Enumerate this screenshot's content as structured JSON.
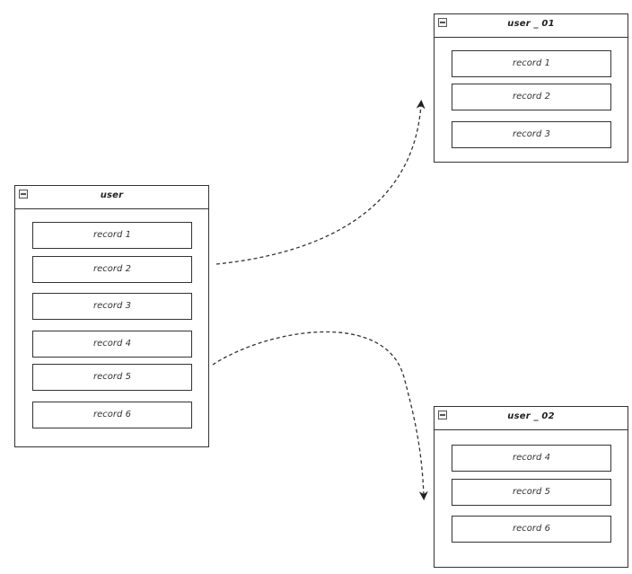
{
  "tables": [
    {
      "id": "user",
      "title": "user",
      "records": [
        "record 1",
        "record 2",
        "record 3",
        "record 4",
        "record 5",
        "record 6"
      ]
    },
    {
      "id": "user_01",
      "title": "user _ 01",
      "records": [
        "record 1",
        "record 2",
        "record 3"
      ]
    },
    {
      "id": "user_02",
      "title": "user _ 02",
      "records": [
        "record 4",
        "record 5",
        "record 6"
      ]
    }
  ],
  "connectors": [
    {
      "from": "user",
      "to": "user_01",
      "style": "dashed-arrow"
    },
    {
      "from": "user",
      "to": "user_02",
      "style": "dashed-arrow"
    }
  ],
  "colors": {
    "stroke": "#333333",
    "background": "#ffffff"
  }
}
